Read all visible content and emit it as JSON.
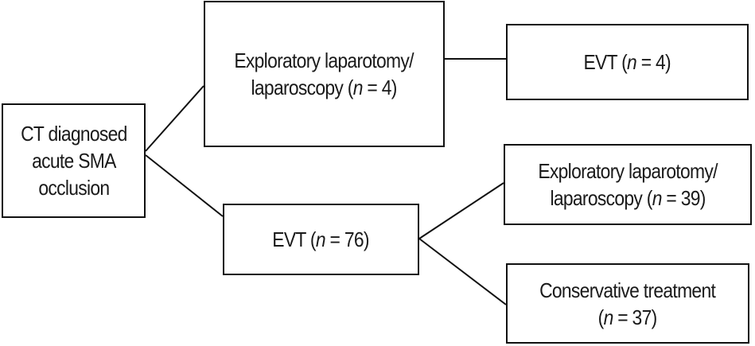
{
  "diagram": {
    "root": {
      "lines": [
        "CT diagnosed",
        "acute SMA",
        "occlusion"
      ]
    },
    "branch_surgery": {
      "line1": "Exploratory laparotomy/",
      "line2_prefix": "laparoscopy (",
      "n_symbol": "n",
      "line2_suffix": " = 4)"
    },
    "branch_surgery_child": {
      "prefix": "EVT (",
      "n_symbol": "n",
      "suffix": " = 4)"
    },
    "branch_evt": {
      "prefix": "EVT (",
      "n_symbol": "n",
      "suffix": " = 76)"
    },
    "branch_evt_child_surgery": {
      "line1": "Exploratory laparotomy/",
      "line2_prefix": "laparoscopy (",
      "n_symbol": "n",
      "line2_suffix": " = 39)"
    },
    "branch_evt_child_conservative": {
      "line1": "Conservative treatment",
      "line2_prefix": "(",
      "n_symbol": "n",
      "line2_suffix": " = 37)"
    }
  }
}
